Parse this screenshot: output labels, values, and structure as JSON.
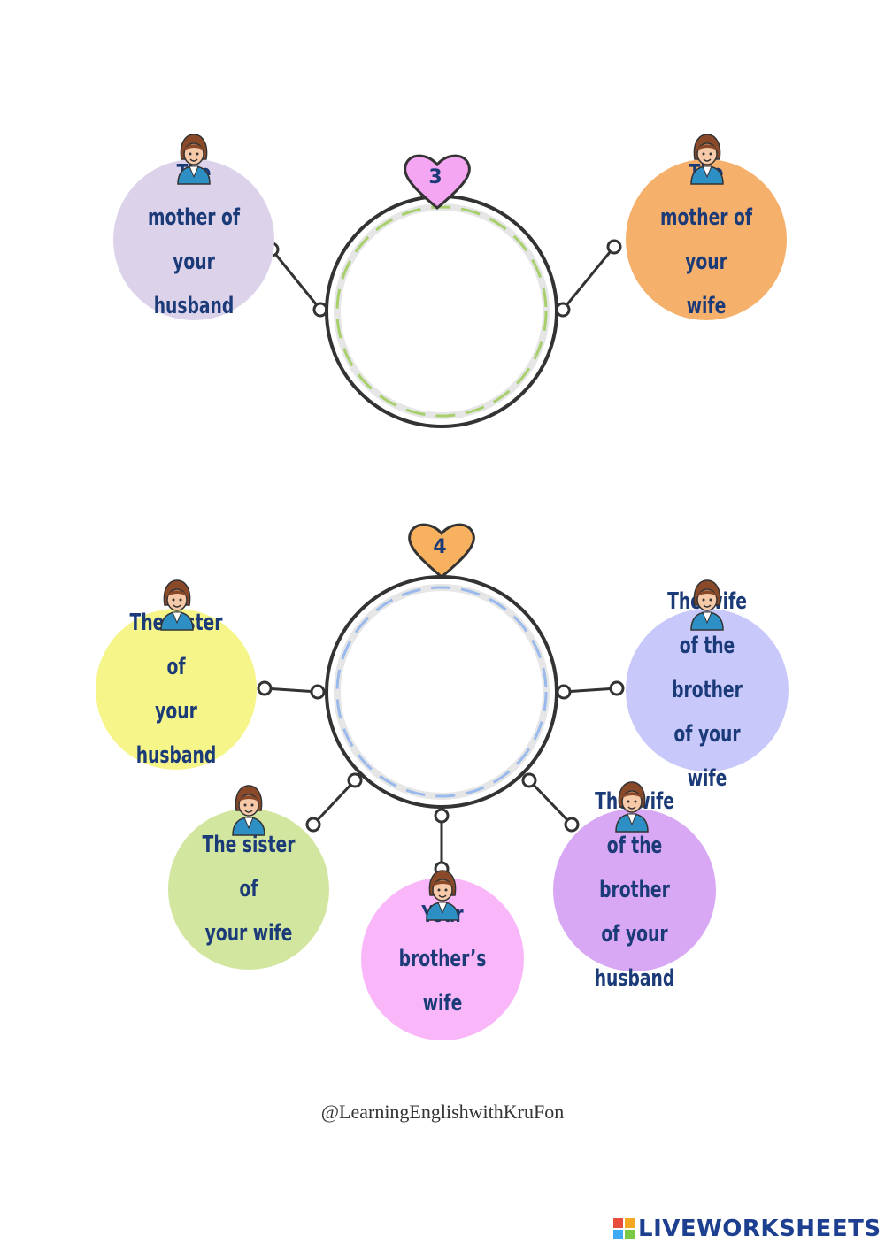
{
  "group3": {
    "number": "3",
    "left_bubble": "The mother of your\nhusband",
    "right_bubble": "The mother of your\nwife"
  },
  "group4": {
    "number": "4",
    "bubble_sister_husband": "The sister of\nyour husband",
    "bubble_wife_brother_wife": "The wife of the\nbrother of your\nwife",
    "bubble_sister_wife": "The sister of\nyour wife",
    "bubble_brothers_wife": "Your brother’s\nwife",
    "bubble_wife_brother_husband": "The wife of the\nbrother of your\nhusband"
  },
  "footer": {
    "credit": "@LearningEnglishwithKruFon",
    "brand": "LIVEWORKSHEETS"
  },
  "colors": {
    "lavender": "#dcd3ea",
    "orange": "#f5b06b",
    "yellow": "#f5f58a",
    "periwinkle": "#c8c8fb",
    "green": "#d2e6a0",
    "pink": "#f9b7f9",
    "violet": "#d9a8f5",
    "heart_pink": "#f4a6f2",
    "heart_orange": "#f7b15f",
    "text": "#1b3a78"
  }
}
